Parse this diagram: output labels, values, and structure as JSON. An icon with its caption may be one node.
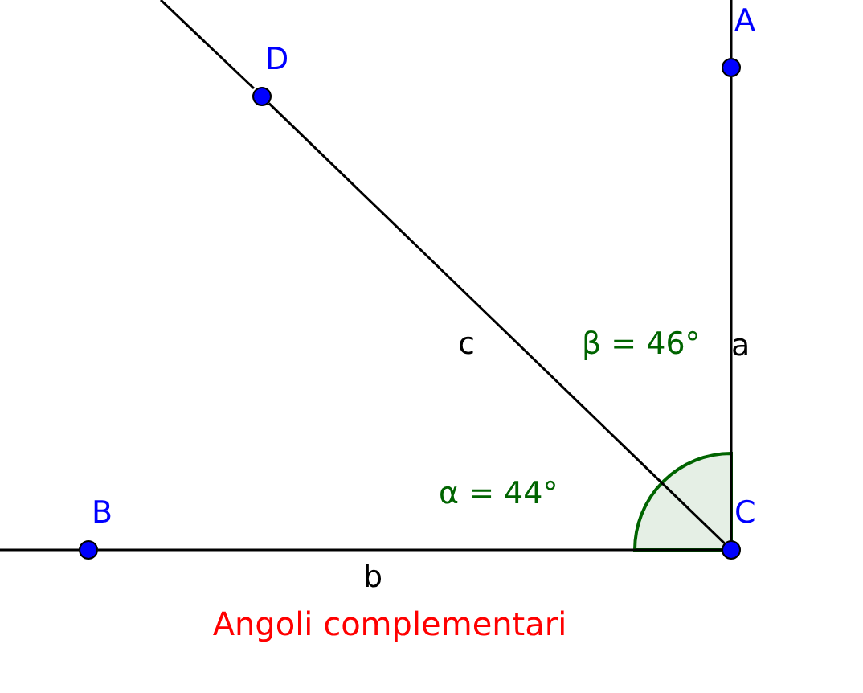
{
  "diagram": {
    "caption": "Angoli complementari",
    "nodes": [
      {
        "text": [
          "A"
        ]
      },
      {
        "text": [
          "B"
        ]
      },
      {
        "text": [
          "C"
        ]
      },
      {
        "text": [
          "D"
        ]
      }
    ],
    "edges": [
      {
        "from": 2,
        "to": 0,
        "arrow": "none",
        "label": "a"
      },
      {
        "from": 2,
        "to": 1,
        "arrow": "none",
        "label": "b"
      },
      {
        "from": 2,
        "to": 3,
        "arrow": "none",
        "label": "c"
      }
    ],
    "labels": [
      "β = 46°",
      "α = 44°"
    ]
  }
}
